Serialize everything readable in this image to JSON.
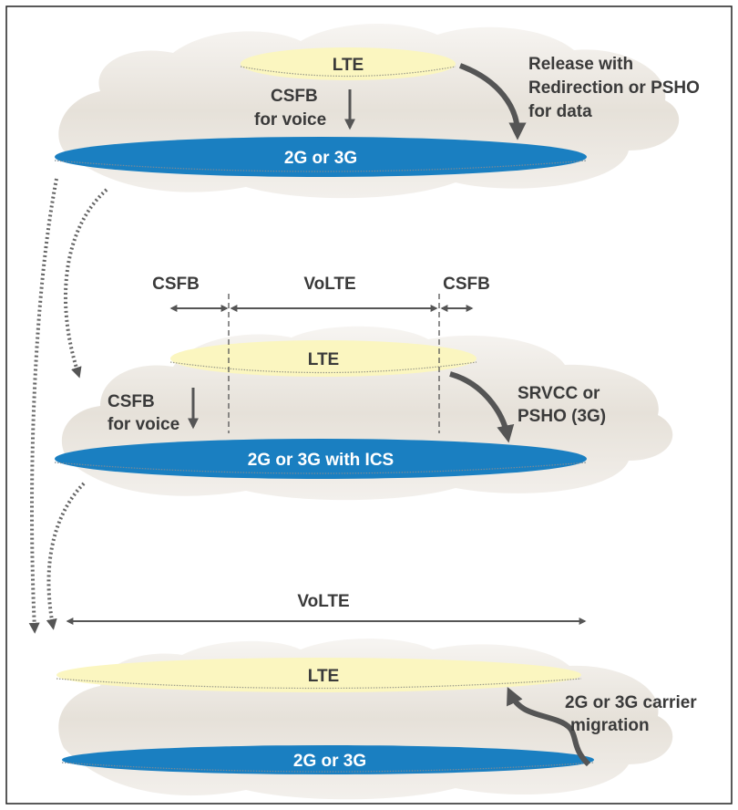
{
  "stage1": {
    "lte_label": "LTE",
    "legacy_label": "2G or 3G",
    "csfb_line1": "CSFB",
    "csfb_line2": "for voice",
    "release_line1": "Release with",
    "release_line2": "Redirection or PSHO",
    "release_line3": "for data"
  },
  "stage2": {
    "csfb_left": "CSFB",
    "volte": "VoLTE",
    "csfb_right": "CSFB",
    "lte_label": "LTE",
    "legacy_label": "2G or 3G with ICS",
    "csfb_line1": "CSFB",
    "csfb_line2": "for voice",
    "srvcc_line1": "SRVCC or",
    "srvcc_line2": "PSHO (3G)"
  },
  "stage3": {
    "volte": "VoLTE",
    "lte_label": "LTE",
    "legacy_label": "2G or 3G",
    "migration_line1": "2G or 3G carrier",
    "migration_line2": "migration"
  },
  "colors": {
    "lte_layer": "#fbf6c0",
    "legacy_layer": "#1a7fc1",
    "cloud": "#e7e2db",
    "arrow": "#555555",
    "text": "#3a3a3a"
  }
}
